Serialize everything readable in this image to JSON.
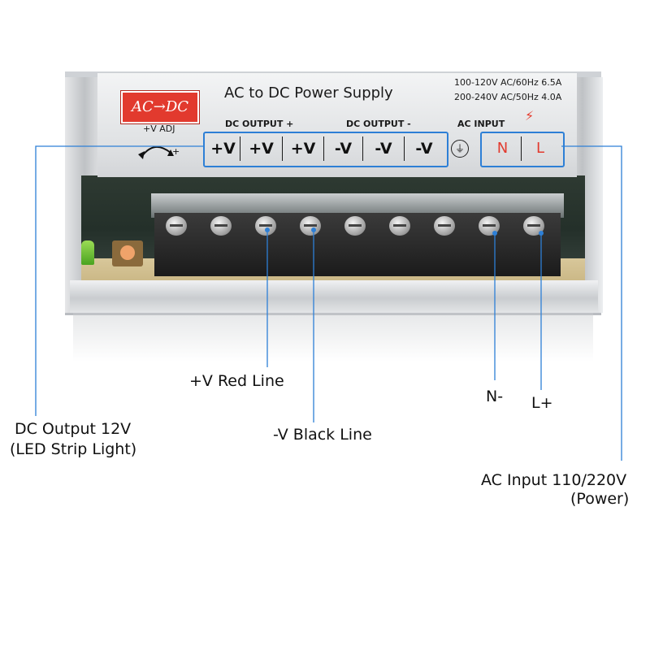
{
  "device": {
    "brand_badge": "AC→DC",
    "title": "AC to DC Power Supply",
    "spec_line_1": "100-120V AC/60Hz 6.5A",
    "spec_line_2": "200-240V AC/50Hz 4.0A",
    "adjust_label": "+V ADJ",
    "dc_output_plus_label": "DC OUTPUT +",
    "dc_output_minus_label": "DC OUTPUT -",
    "ac_input_label": "AC INPUT",
    "dc_terminals": [
      "+V",
      "+V",
      "+V",
      "-V",
      "-V",
      "-V"
    ],
    "ground_symbol": "⏚",
    "ac_terminals": [
      "N",
      "L"
    ],
    "bolt_icon": "lightning-icon"
  },
  "callouts": {
    "red_line": "+V Red Line",
    "black_line": "-V Black Line",
    "dc_output_line1": "DC Output 12V",
    "dc_output_line2": "(LED Strip Light)",
    "n_minus": "N-",
    "l_plus": "L+",
    "ac_input_line1": "AC Input 110/220V",
    "ac_input_line2": "(Power)"
  },
  "colors": {
    "callout_line": "#2d7fd6",
    "badge_red": "#e23a2e"
  }
}
